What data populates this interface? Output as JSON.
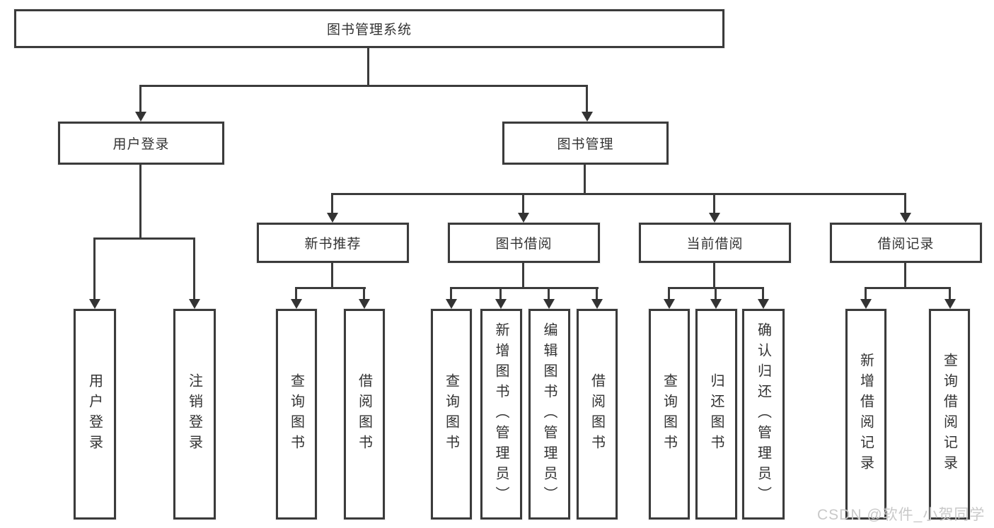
{
  "root": {
    "label": "图书管理系统"
  },
  "branches": {
    "user": {
      "label": "用户登录",
      "children": {
        "login": "用户登录",
        "logout": "注销登录"
      }
    },
    "books": {
      "label": "图书管理",
      "sections": {
        "recommend": {
          "label": "新书推荐",
          "children": {
            "query": "查询图书",
            "borrow": "借阅图书"
          }
        },
        "borrowing": {
          "label": "图书借阅",
          "children": {
            "query": "查询图书",
            "add": "新增图书（管理员）",
            "edit": "编辑图书（管理员）",
            "borrow": "借阅图书"
          }
        },
        "current": {
          "label": "当前借阅",
          "children": {
            "query": "查询图书",
            "return": "归还图书",
            "confirm": "确认归还（管理员）"
          }
        },
        "records": {
          "label": "借阅记录",
          "children": {
            "add": "新增借阅记录",
            "query": "查询借阅记录"
          }
        }
      }
    }
  },
  "watermark": {
    "text": "CSDN @软件_小贺同学"
  },
  "colors": {
    "line": "#3b3b3b",
    "box_border": "#3b3b3b",
    "box_fill": "#ffffff",
    "text": "#333333",
    "arrow": "#333333",
    "watermark": "#c9c9c9"
  }
}
